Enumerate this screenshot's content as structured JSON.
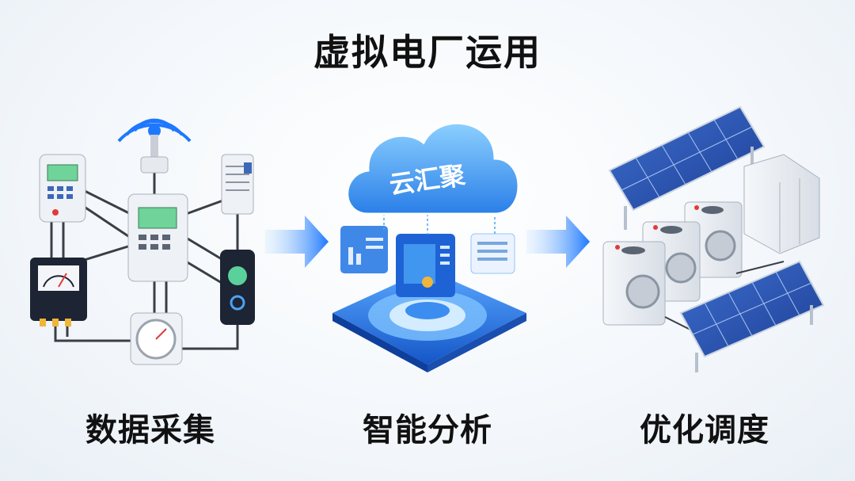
{
  "title": "虚拟电厂运用",
  "cloud_label": "云汇聚",
  "stages": [
    {
      "label": "数据采集"
    },
    {
      "label": "智能分析"
    },
    {
      "label": "优化调度"
    }
  ],
  "colors": {
    "accent": "#1e6fe0",
    "cloud": "#4aa3f5",
    "meter_screen": "#6fd39a",
    "panel": "#2f5fbf"
  }
}
